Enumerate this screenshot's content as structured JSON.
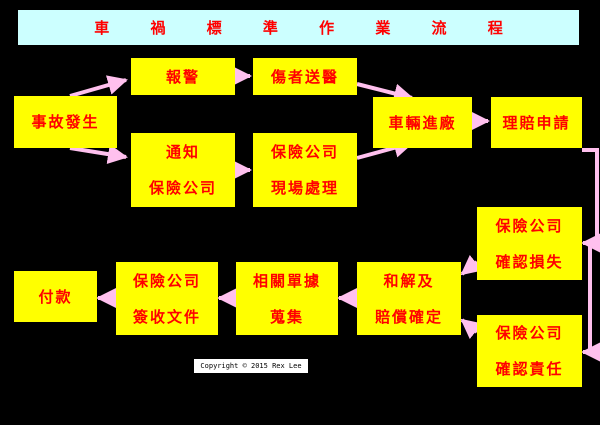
{
  "title": "車 禍 標 準 作 業 流 程",
  "copyright": "Copyright © 2015  Rex Lee",
  "colors": {
    "background": "#000000",
    "title_bg": "#ccffff",
    "box_bg": "#ffff00",
    "text": "#ff0000",
    "arrow": "#ffc0ee"
  },
  "nodes": {
    "accident": {
      "lines": [
        "事故發生"
      ]
    },
    "report": {
      "lines": [
        "報警"
      ]
    },
    "hospital": {
      "lines": [
        "傷者送醫"
      ]
    },
    "notify": {
      "lines": [
        "通知",
        "保險公司"
      ]
    },
    "onsite": {
      "lines": [
        "保險公司",
        "現場處理"
      ]
    },
    "repair": {
      "lines": [
        "車輛進廠"
      ]
    },
    "claim": {
      "lines": [
        "理賠申請"
      ]
    },
    "loss": {
      "lines": [
        "保險公司",
        "確認損失"
      ]
    },
    "liability": {
      "lines": [
        "保險公司",
        "確認責任"
      ]
    },
    "settlement": {
      "lines": [
        "和解及",
        "賠償確定"
      ]
    },
    "documents": {
      "lines": [
        "相關單據",
        "蒐集"
      ]
    },
    "sign": {
      "lines": [
        "保險公司",
        "簽收文件"
      ]
    },
    "payment": {
      "lines": [
        "付款"
      ]
    }
  }
}
